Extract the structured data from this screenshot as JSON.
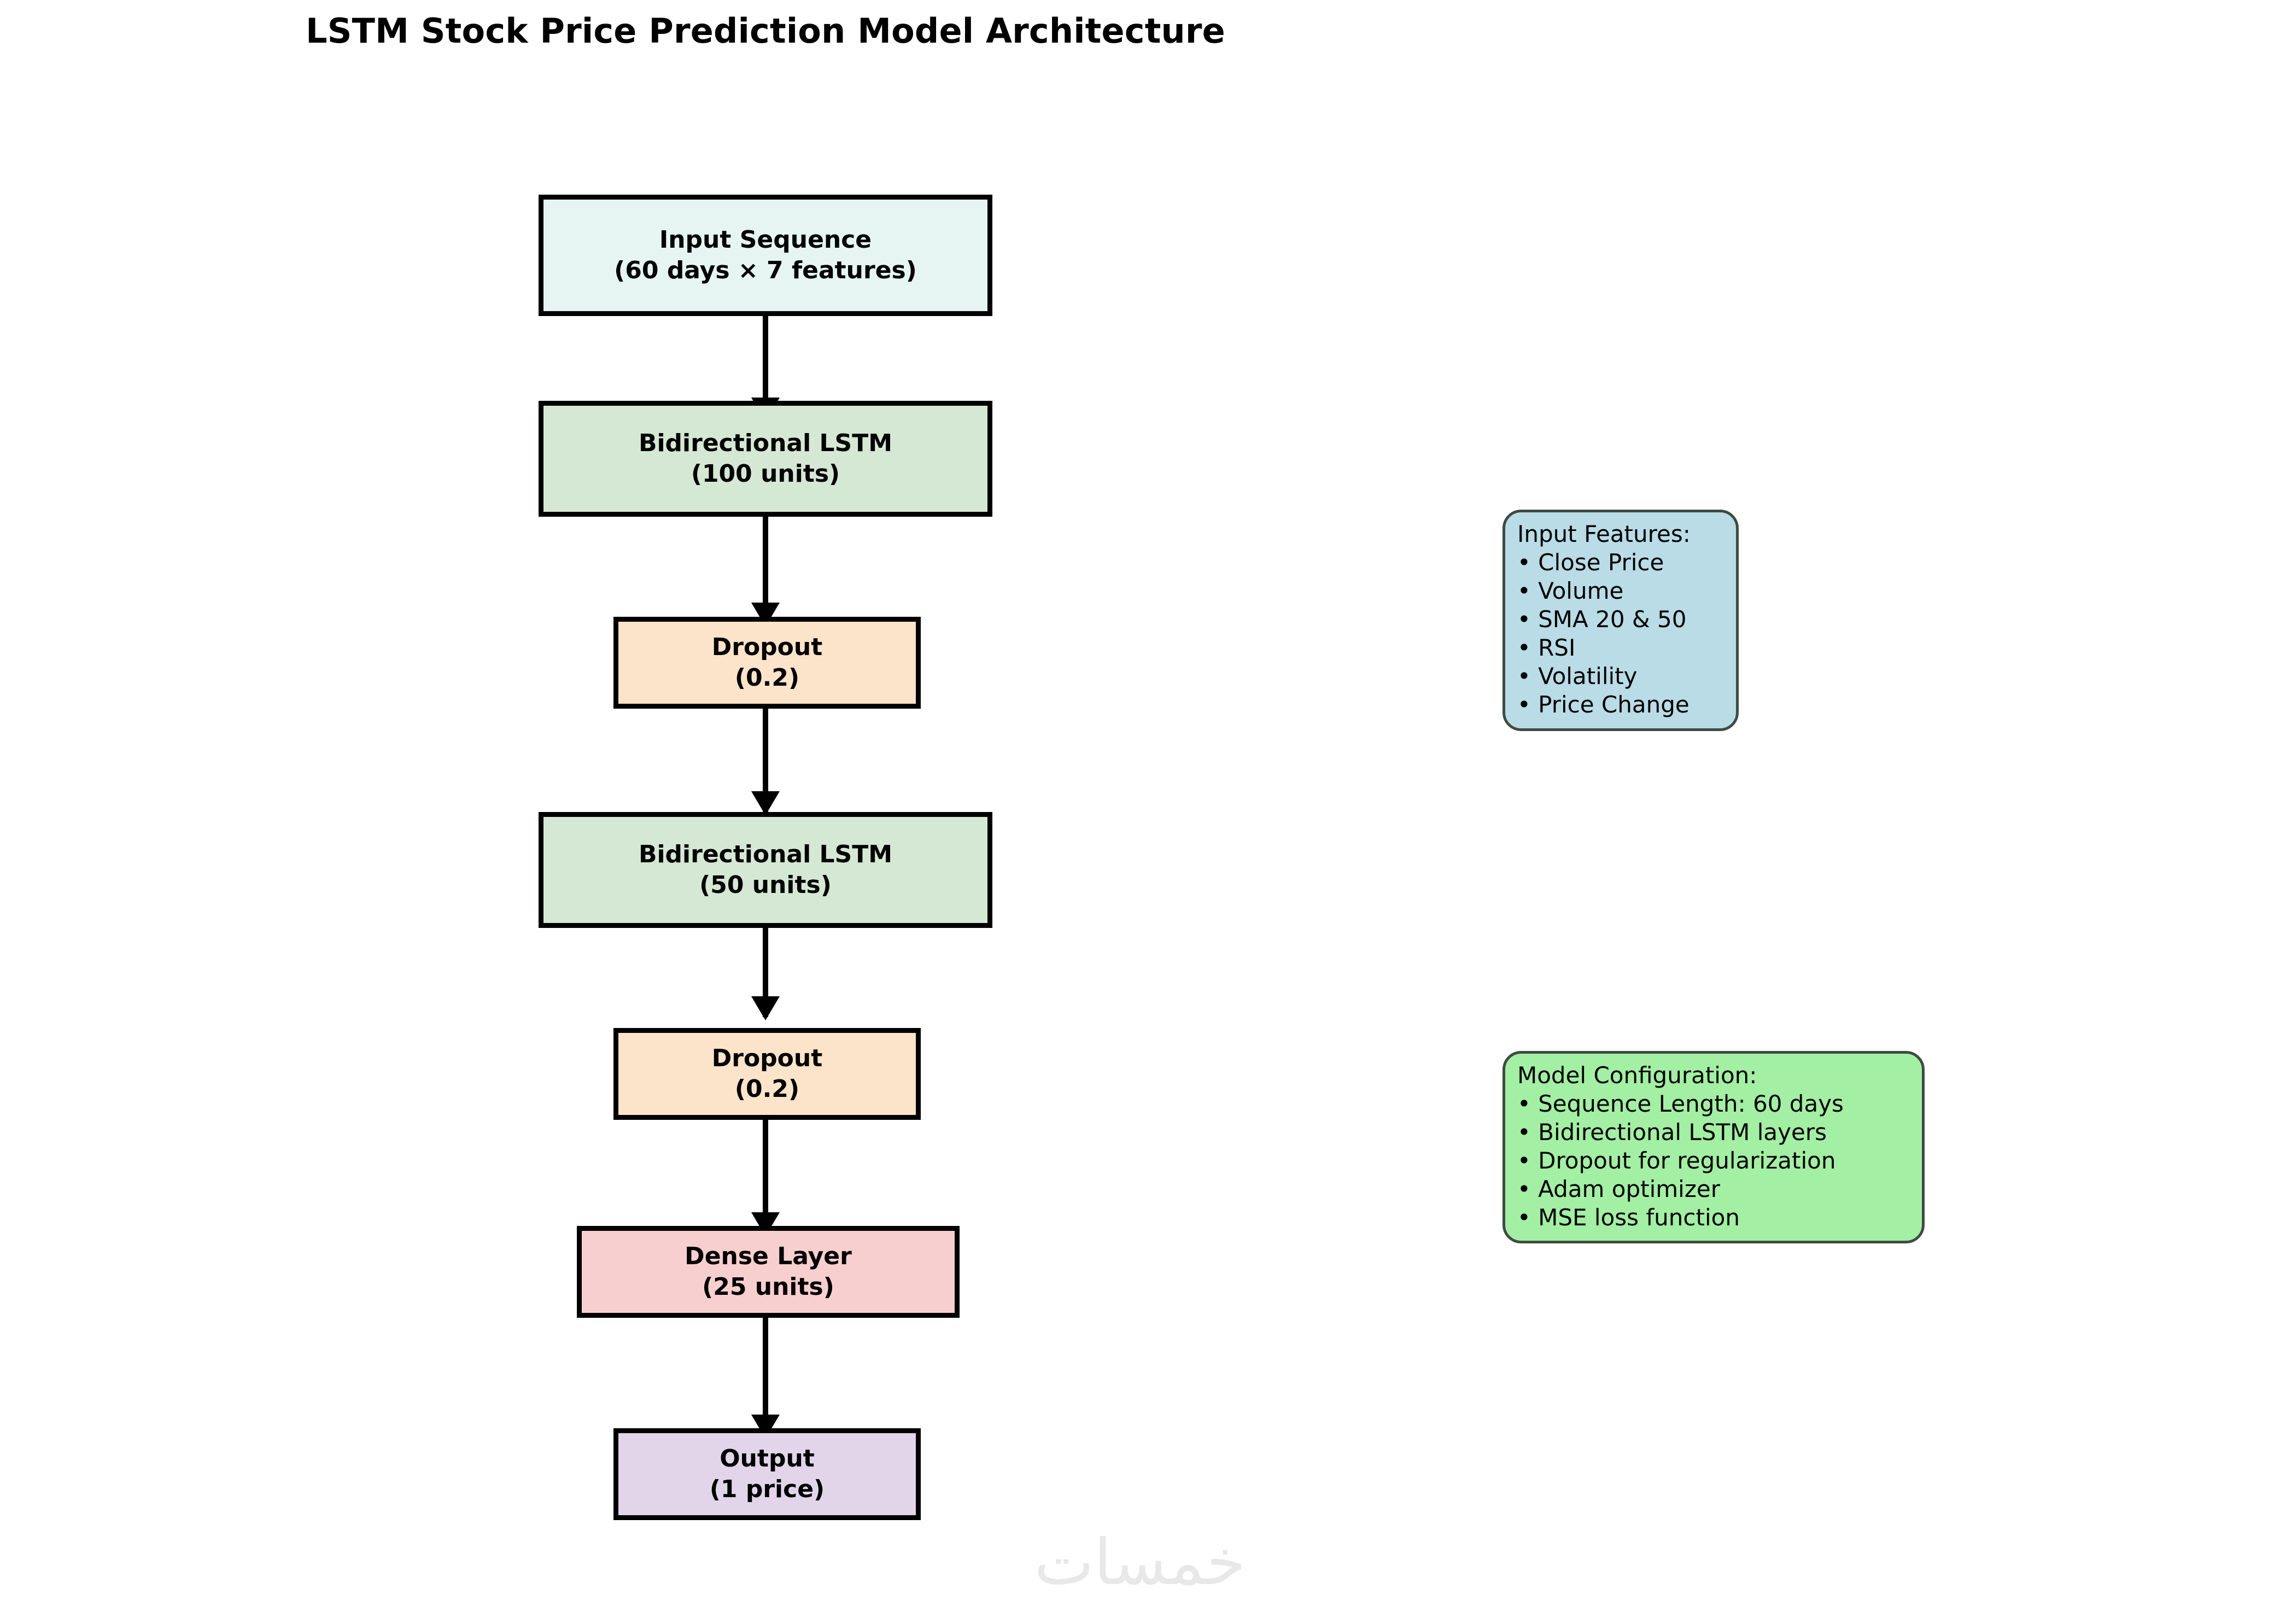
{
  "title": "LSTM Stock Price Prediction Model Architecture",
  "watermark": "خمسات",
  "colors": {
    "input": "#e6f5f1",
    "lstm": "#d5e8d4",
    "dropout": "#fce4ca",
    "dense": "#f8cfcf",
    "output": "#e2d5ea",
    "features_panel": "#b9dce7",
    "config_panel": "#a3efa3",
    "panel_border": "#3f4a42",
    "box_border": "#000000",
    "arrow": "#000000",
    "watermark": "#e8e8e8"
  },
  "flow": {
    "nodes": [
      {
        "id": "input-sequence",
        "line1": "Input Sequence",
        "line2": "(60 days × 7 features)"
      },
      {
        "id": "bilstm-100",
        "line1": "Bidirectional LSTM",
        "line2": "(100 units)"
      },
      {
        "id": "dropout-1",
        "line1": "Dropout",
        "line2": "(0.2)"
      },
      {
        "id": "bilstm-50",
        "line1": "Bidirectional LSTM",
        "line2": "(50 units)"
      },
      {
        "id": "dropout-2",
        "line1": "Dropout",
        "line2": "(0.2)"
      },
      {
        "id": "dense-layer",
        "line1": "Dense Layer",
        "line2": "(25 units)"
      },
      {
        "id": "output-layer",
        "line1": "Output",
        "line2": "(1 price)"
      }
    ]
  },
  "features_panel": {
    "title": "Input Features:",
    "items": [
      "• Close Price",
      "• Volume",
      "• SMA 20 & 50",
      "• RSI",
      "• Volatility",
      "• Price Change"
    ]
  },
  "config_panel": {
    "title": "Model Configuration:",
    "items": [
      "• Sequence Length: 60 days",
      "• Bidirectional LSTM layers",
      "• Dropout for regularization",
      "• Adam optimizer",
      "• MSE loss function"
    ]
  }
}
